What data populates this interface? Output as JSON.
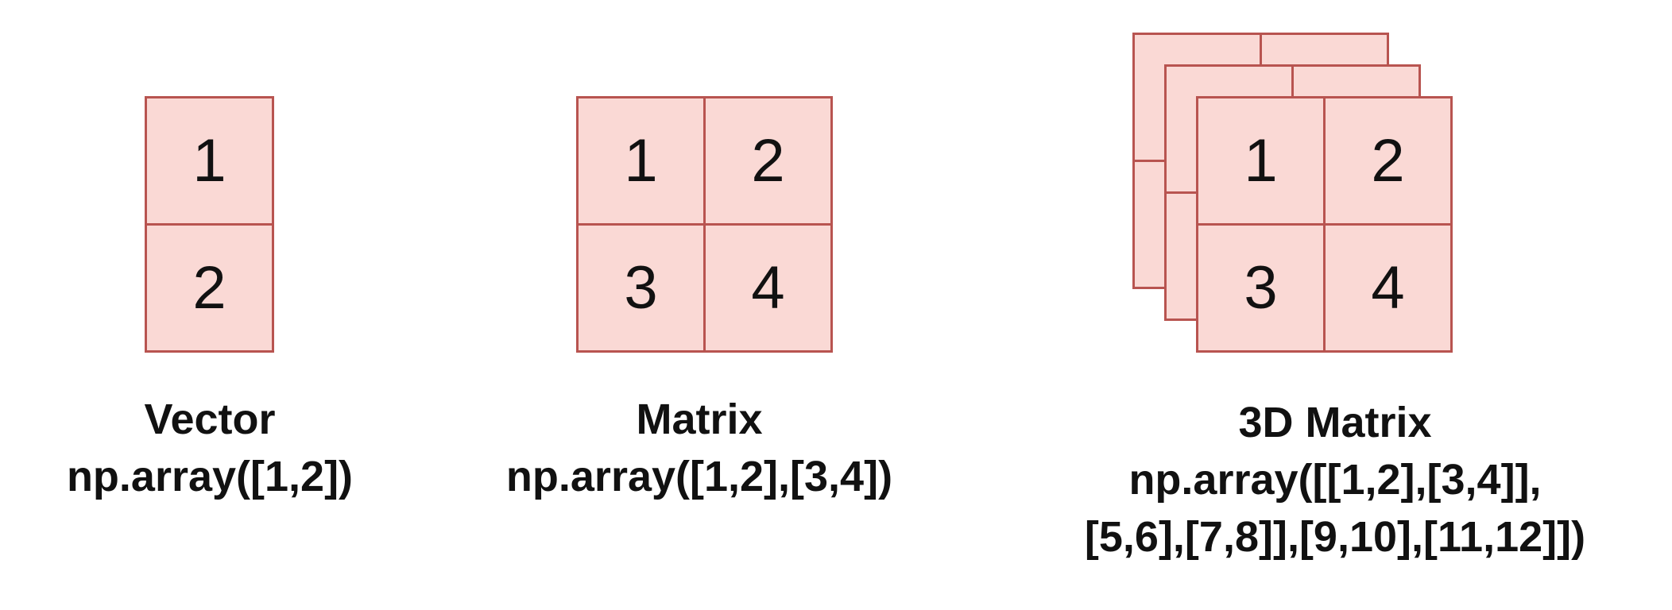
{
  "colors": {
    "cell_fill": "#fad9d5",
    "cell_stroke": "#b85450",
    "text": "#111111"
  },
  "vector": {
    "cells": [
      "1",
      "2"
    ],
    "title": "Vector",
    "code": "np.array([1,2])"
  },
  "matrix": {
    "cells": [
      "1",
      "2",
      "3",
      "4"
    ],
    "title": "Matrix",
    "code": "np.array([1,2],[3,4])"
  },
  "matrix3d": {
    "cells": [
      "1",
      "2",
      "3",
      "4"
    ],
    "title": "3D Matrix",
    "code_line1": "np.array([[1,2],[3,4]],",
    "code_line2": "[5,6],[7,8]],[9,10],[11,12]])"
  }
}
